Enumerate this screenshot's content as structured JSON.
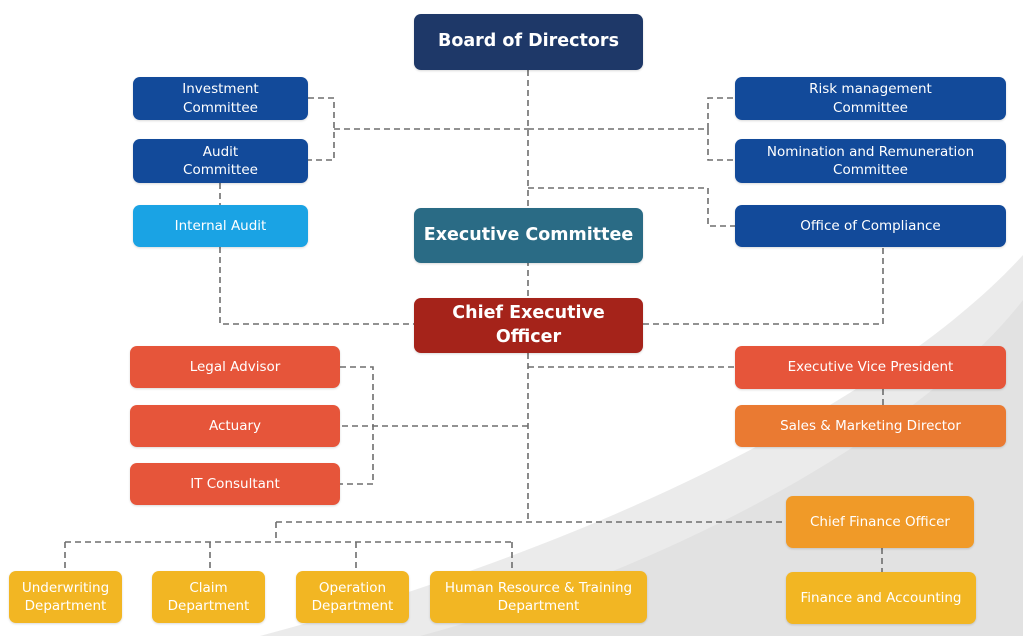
{
  "chart": {
    "board": "Board of Directors",
    "investment_committee": "Investment\nCommittee",
    "audit_committee": "Audit\nCommittee",
    "internal_audit": "Internal Audit",
    "risk_committee": "Risk management\nCommittee",
    "nomination_committee": "Nomination and Remuneration\nCommittee",
    "office_compliance": "Office of Compliance",
    "executive_committee": "Executive Committee",
    "ceo": "Chief Executive Officer",
    "legal_advisor": "Legal Advisor",
    "actuary": "Actuary",
    "it_consultant": "IT Consultant",
    "evp": "Executive Vice President",
    "sales_director": "Sales & Marketing Director",
    "cfo": "Chief Finance Officer",
    "finance_accounting": "Finance and Accounting",
    "underwriting": "Underwriting\nDepartment",
    "claim": "Claim\nDepartment",
    "operation": "Operation\nDepartment",
    "hr_training": "Human Resource & Training\nDepartment"
  },
  "colors": {
    "navy": "#1e3868",
    "blue": "#124a9a",
    "cyan": "#1aa3e4",
    "teal": "#2a6b85",
    "red": "#a5231a",
    "orange": "#e6553a",
    "orange_light": "#ea7a32",
    "amber": "#f09a28",
    "yellow": "#f2b623",
    "connector": "#6e6e6e"
  }
}
